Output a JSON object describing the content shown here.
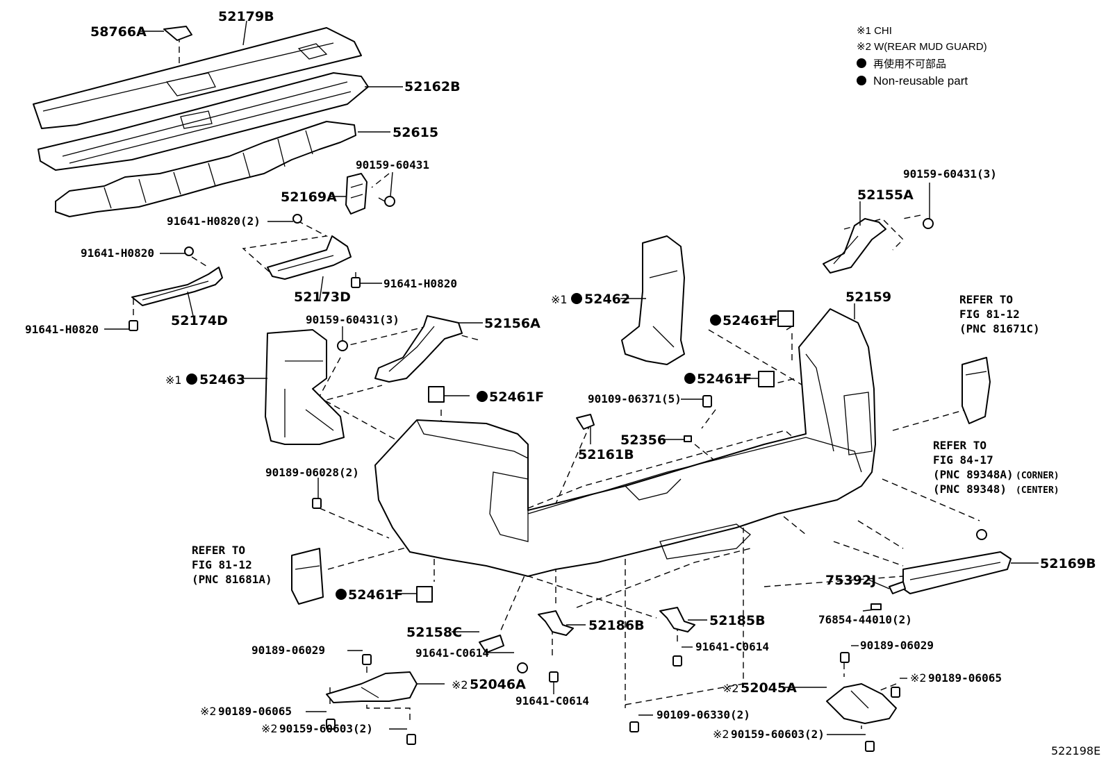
{
  "legend": {
    "note1": "※1 CHI",
    "note2": "※2 W(REAR MUD GUARD)",
    "non_reusable_jp": "再使用不可部品",
    "non_reusable_en": "Non-reusable part"
  },
  "parts": {
    "p58766A": "58766A",
    "p52179B": "52179B",
    "p52162B": "52162B",
    "p52615": "52615",
    "p90159_60431": "90159-60431",
    "p52169A": "52169A",
    "p91641_H0820_2": "91641-H0820(2)",
    "p91641_H0820_a": "91641-H0820",
    "p91641_H0820_b": "91641-H0820",
    "p91641_H0820_c": "91641-H0820",
    "p52173D": "52173D",
    "p52174D": "52174D",
    "p90159_60431_3a": "90159-60431(3)",
    "p52156A": "52156A",
    "p52463": "52463",
    "p52462": "52462",
    "p52461F_a": "52461F",
    "p52461F_b": "52461F",
    "p52461F_c": "52461F",
    "p52461F_d": "52461F",
    "p90109_06371_5": "90109-06371(5)",
    "p52161B": "52161B",
    "p52356": "52356",
    "p90189_06028_2": "90189-06028(2)",
    "p90159_60431_3b": "90159-60431(3)",
    "p52155A": "52155A",
    "p52159": "52159",
    "p52169B": "52169B",
    "p75392J": "75392J",
    "p76854_44010_2": "76854-44010(2)",
    "p90189_06029_a": "90189-06029",
    "p90189_06029_b": "90189-06029",
    "p90189_06065_a": "90189-06065",
    "p90189_06065_b": "90189-06065",
    "p52045A": "52045A",
    "p52046A": "52046A",
    "p90159_60603_2a": "90159-60603(2)",
    "p90159_60603_2b": "90159-60603(2)",
    "p90109_06330_2": "90109-06330(2)",
    "p52185B": "52185B",
    "p52186B": "52186B",
    "p91641_C0614_a": "91641-C0614",
    "p91641_C0614_b": "91641-C0614",
    "p91641_C0614_c": "91641-C0614",
    "p52158C": "52158C"
  },
  "markers": {
    "note1": "※1",
    "note2": "※2"
  },
  "references": {
    "ref1": [
      "REFER TO",
      "FIG 81-12",
      "(PNC 81671C)"
    ],
    "ref2": [
      "REFER TO",
      "FIG 84-17",
      "(PNC 89348A)",
      "(CORNER)",
      "(PNC 89348)",
      "(CENTER)"
    ],
    "ref3": [
      "REFER TO",
      "FIG 81-12",
      "(PNC 81681A)"
    ]
  },
  "illustration_code": "522198E"
}
